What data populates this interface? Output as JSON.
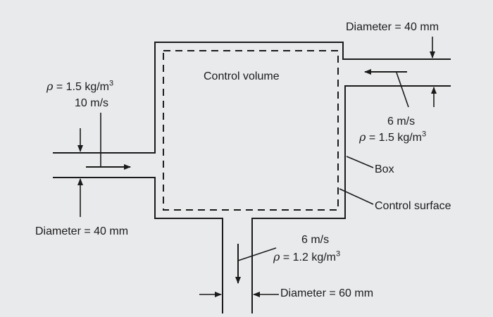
{
  "labels": {
    "diameter_right": "Diameter = 40 mm",
    "diameter_left": "Diameter = 40 mm",
    "diameter_bottom": "Diameter = 60 mm",
    "control_volume": "Control volume",
    "box": "Box",
    "control_surface": "Control surface"
  },
  "inlet_left": {
    "density_symbol": "ρ",
    "density_value": "= 1.5 kg/m",
    "density_exp": "3",
    "velocity": "10 m/s"
  },
  "inlet_right": {
    "velocity": "6 m/s",
    "density_symbol": "ρ",
    "density_value": "= 1.5 kg/m",
    "density_exp": "3"
  },
  "outlet_bottom": {
    "velocity": "6 m/s",
    "density_symbol": "ρ",
    "density_value": "= 1.2 kg/m",
    "density_exp": "3"
  }
}
